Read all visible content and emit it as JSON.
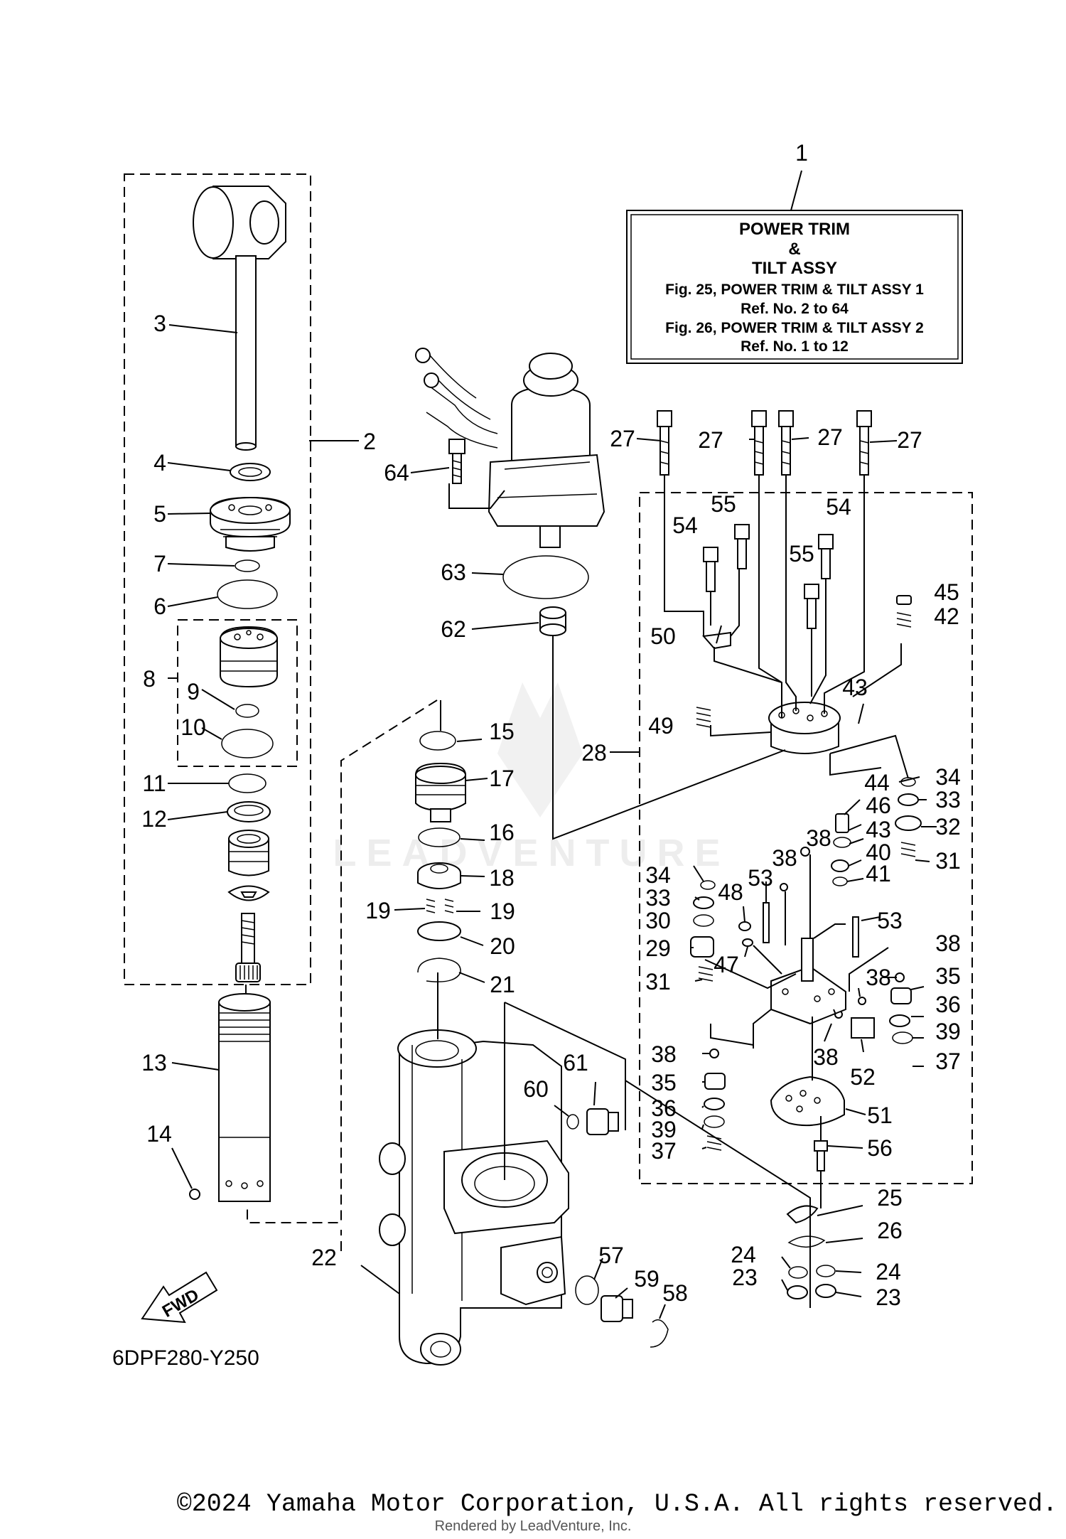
{
  "assembly_box": {
    "callout": "1",
    "line1": "POWER TRIM",
    "line2": "&",
    "line3": "TILT ASSY",
    "line4": "Fig. 25, POWER TRIM & TILT ASSY 1",
    "line5": "Ref. No. 2 to 64",
    "line6": "Fig. 26, POWER TRIM & TILT ASSY 2",
    "line7": "Ref. No. 1 to 12"
  },
  "diagram_code": "6DPF280-Y250",
  "fwd_label": "FWD",
  "watermark": "LEADVENTURE",
  "copyright": "©2024 Yamaha Motor Corporation, U.S.A. All rights reserved.",
  "rendered_by": "Rendered by LeadVenture, Inc.",
  "labels": {
    "l2": "2",
    "l3": "3",
    "l4": "4",
    "l5": "5",
    "l6": "6",
    "l7": "7",
    "l8": "8",
    "l9": "9",
    "l10": "10",
    "l11": "11",
    "l12": "12",
    "l13": "13",
    "l14": "14",
    "l15": "15",
    "l16": "16",
    "l17": "17",
    "l18": "18",
    "l19a": "19",
    "l19b": "19",
    "l20": "20",
    "l21": "21",
    "l22": "22",
    "l23a": "23",
    "l23b": "23",
    "l24a": "24",
    "l24b": "24",
    "l25": "25",
    "l26": "26",
    "l27a": "27",
    "l27b": "27",
    "l27c": "27",
    "l27d": "27",
    "l28": "28",
    "l29": "29",
    "l30": "30",
    "l31a": "31",
    "l31b": "31",
    "l32": "32",
    "l33a": "33",
    "l33b": "33",
    "l34a": "34",
    "l34b": "34",
    "l35a": "35",
    "l35b": "35",
    "l36a": "36",
    "l36b": "36",
    "l37a": "37",
    "l37b": "37",
    "l38a": "38",
    "l38b": "38",
    "l38c": "38",
    "l38d": "38",
    "l38e": "38",
    "l38f": "38",
    "l39a": "39",
    "l39b": "39",
    "l40": "40",
    "l41": "41",
    "l42": "42",
    "l43a": "43",
    "l43b": "43",
    "l44": "44",
    "l45": "45",
    "l46": "46",
    "l47": "47",
    "l48": "48",
    "l49": "49",
    "l50": "50",
    "l51": "51",
    "l52": "52",
    "l53a": "53",
    "l53b": "53",
    "l54a": "54",
    "l54b": "54",
    "l55a": "55",
    "l55b": "55",
    "l56": "56",
    "l57": "57",
    "l58": "58",
    "l59": "59",
    "l60": "60",
    "l61": "61",
    "l62": "62",
    "l63": "63",
    "l64": "64"
  }
}
